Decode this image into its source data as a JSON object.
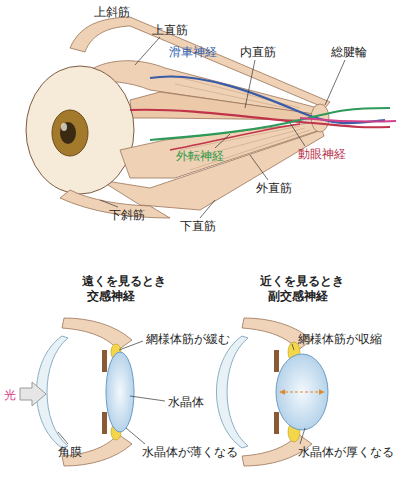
{
  "diagram": {
    "labels": [
      "上斜筋",
      "上直筋",
      "滑車神経",
      "内直筋",
      "総腱輪",
      "外転神経",
      "動眼神経",
      "外直筋",
      "下斜筋",
      "下直筋",
      "遠くを見るとき",
      "交感神経",
      "近くを見るとき",
      "副交感神経",
      "網様体筋が緩む",
      "網様体筋が収縮",
      "光",
      "水晶体",
      "角膜",
      "水晶体が薄くなる",
      "水晶体が厚くなる"
    ]
  }
}
